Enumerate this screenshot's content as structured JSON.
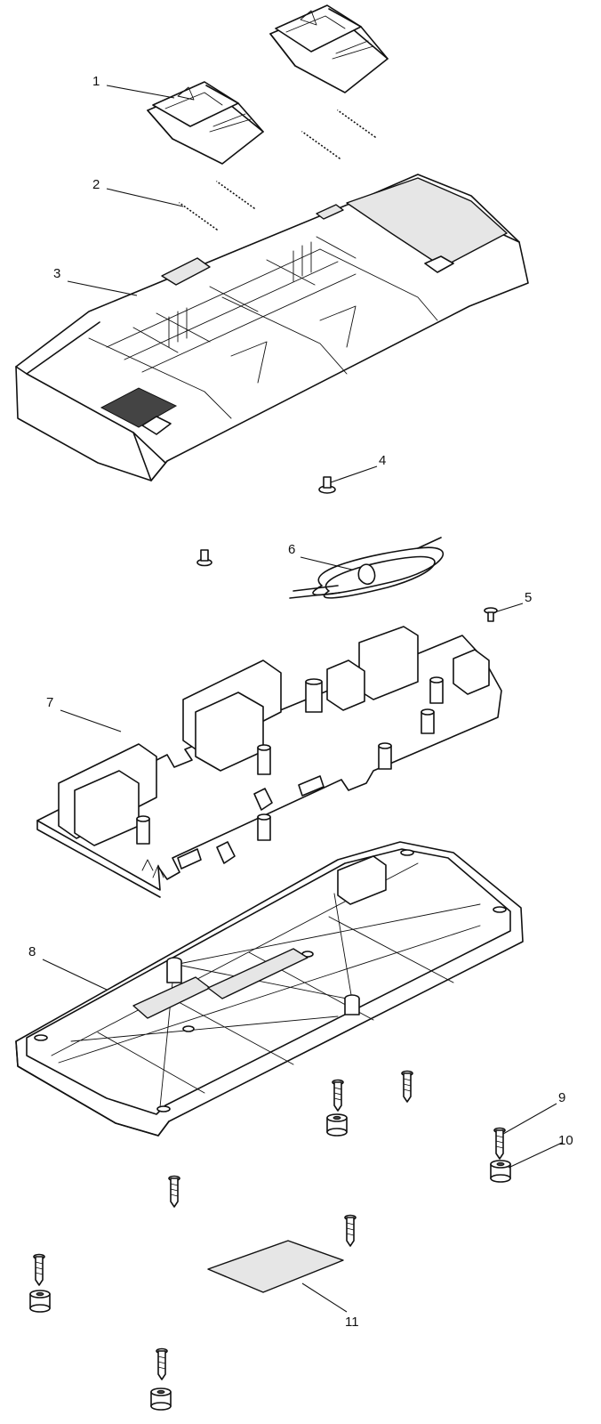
{
  "figure": {
    "type": "exploded-parts-diagram",
    "callouts": [
      {
        "id": "c1",
        "label": "1"
      },
      {
        "id": "c2",
        "label": "2"
      },
      {
        "id": "c3",
        "label": "3"
      },
      {
        "id": "c4",
        "label": "4"
      },
      {
        "id": "c5",
        "label": "5"
      },
      {
        "id": "c6",
        "label": "6"
      },
      {
        "id": "c7",
        "label": "7"
      },
      {
        "id": "c8",
        "label": "8"
      },
      {
        "id": "c9",
        "label": "9"
      },
      {
        "id": "c10",
        "label": "10"
      },
      {
        "id": "c11",
        "label": "11"
      }
    ]
  }
}
